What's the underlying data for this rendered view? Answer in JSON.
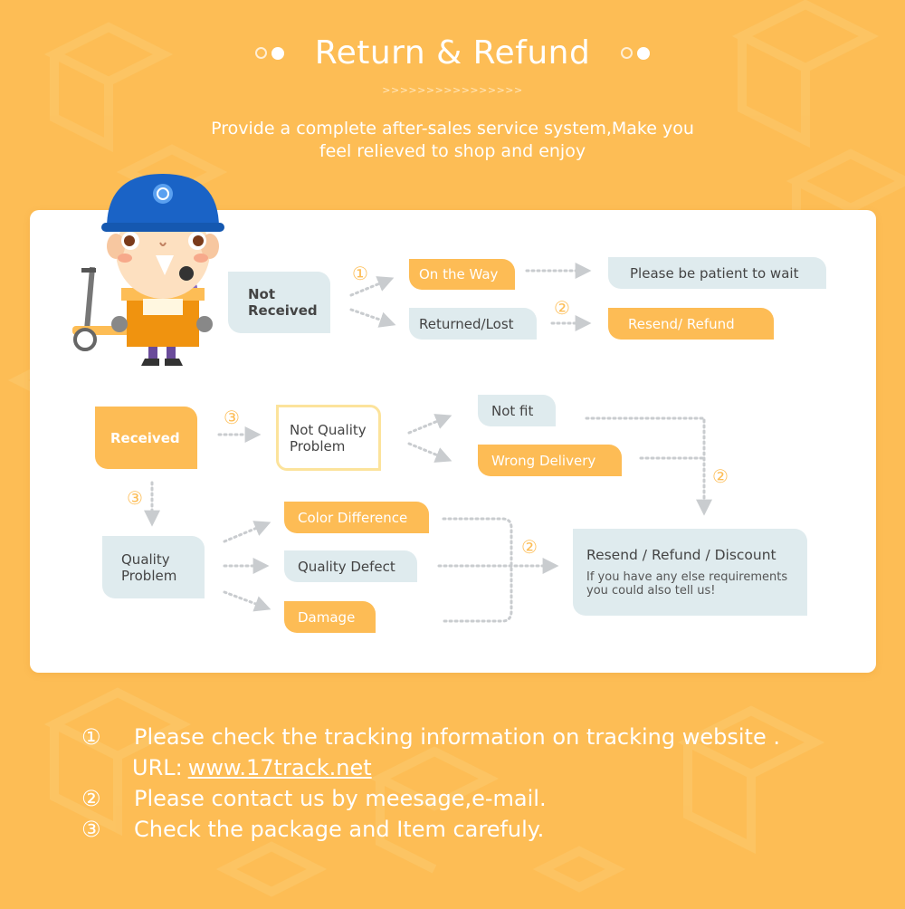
{
  "header": {
    "title": "Return & Refund",
    "arrows": ">>>>>>>>>>>>>>>>",
    "subtitle_line1": "Provide a complete after-sales service system,Make you",
    "subtitle_line2": "feel relieved to shop and enjoy"
  },
  "flow": {
    "not_received": "Not Received",
    "on_the_way": "On the Way",
    "returned_lost": "Returned/Lost",
    "patient": "Please be patient to wait",
    "resend_refund": "Resend/ Refund",
    "received": "Received",
    "not_quality": "Not Quality Problem",
    "not_fit": "Not fit",
    "wrong_delivery": "Wrong Delivery",
    "quality_problem": "Quality Problem",
    "color_difference": "Color Difference",
    "quality_defect": "Quality Defect",
    "damage": "Damage",
    "resend_refund_discount": "Resend / Refund / Discount",
    "requirements": "If you have any else requirements you could also tell us!",
    "marker_1": "①",
    "marker_2": "②",
    "marker_3": "③"
  },
  "notes": {
    "n1_num": "①",
    "n1_text": "Please check the tracking information on tracking website .",
    "n1_url_label": "URL:",
    "n1_url": "www.17track.net",
    "n2_num": "②",
    "n2_text": "Please contact us by meesage,e-mail.",
    "n3_num": "③",
    "n3_text": "Check the package and Item carefuly."
  },
  "colors": {
    "background": "#fdbd55",
    "accent_orange": "#fdbc55",
    "box_blue": "#dfebee",
    "outline_yellow": "#fce39b"
  }
}
